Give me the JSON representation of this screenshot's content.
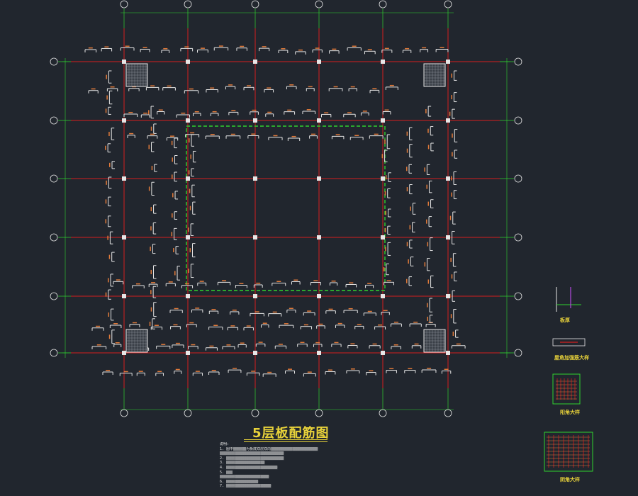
{
  "drawing": {
    "title": "5层板配筋图",
    "notes_header": "说明:",
    "notes": [
      "1. 图中▒▒▒▒▒▒为板底双层双向▒▒▒▒▒▒▒▒▒▒▒▒▒▒▒▒▒▒▒▒▒▒",
      "▒▒▒▒▒▒▒▒▒▒▒▒▒▒▒▒▒▒▒▒▒▒▒▒▒▒▒▒▒▒",
      "2. ▒▒▒▒▒▒▒▒▒▒▒▒▒▒▒▒▒▒▒▒▒▒▒▒▒▒▒",
      "3. ▒▒▒▒▒▒▒▒▒▒▒▒▒▒▒▒▒▒",
      "4. ▒▒▒▒▒▒▒▒▒▒▒▒▒▒▒▒▒▒▒▒▒▒▒▒",
      "5. ▒▒▒",
      "  ▒▒▒▒▒▒▒▒▒▒▒▒▒▒▒▒▒▒▒▒▒▒▒",
      "6. ▒▒▒▒▒▒▒▒▒▒▒▒▒▒▒",
      "7. ▒▒▒▒▒▒▒▒▒▒▒▒▒▒▒▒▒▒▒▒▒"
    ],
    "details": [
      {
        "label": "板厚"
      },
      {
        "label": "屋角加强筋大样"
      },
      {
        "label": "阳角大样"
      },
      {
        "label": "阴角大样"
      }
    ]
  },
  "colors": {
    "background": "#21262e",
    "axis_red": "#d51f1f",
    "grid_green": "#2fd22f",
    "rebar_white": "#e6e6e6",
    "label_yellow": "#e8d23a",
    "dim_orange": "#e07a3a"
  }
}
